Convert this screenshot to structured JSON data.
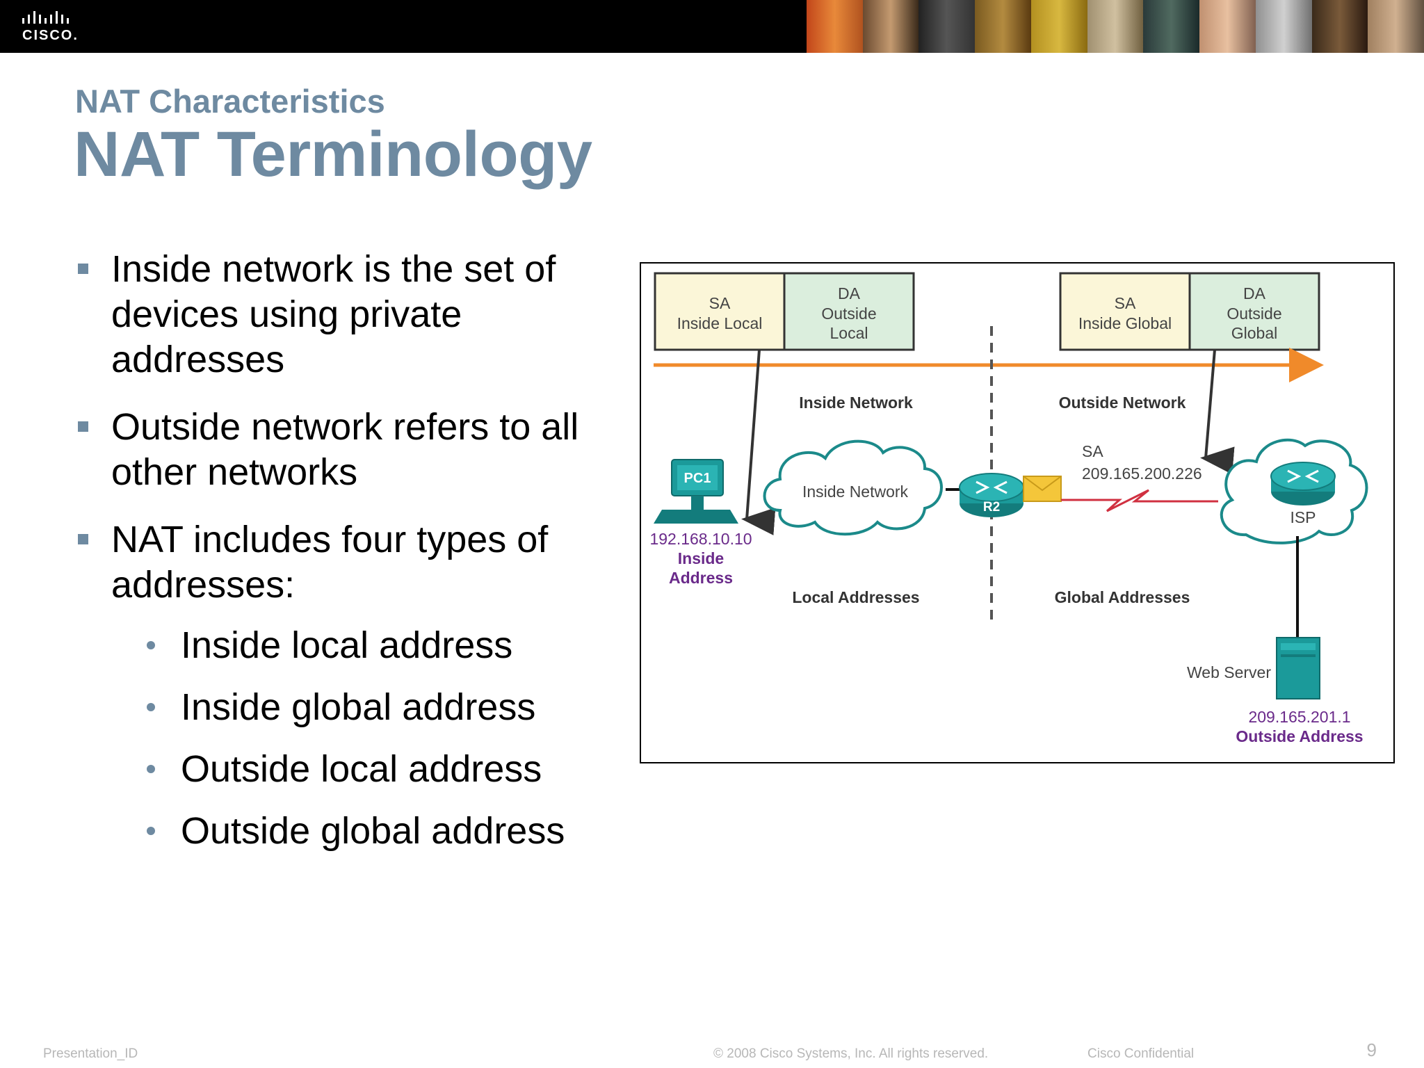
{
  "header": {
    "logo_text": "CISCO.",
    "colors": {
      "bar": "#000000",
      "title": "#6e8aa1"
    }
  },
  "slide": {
    "subtitle": "NAT Characteristics",
    "title": "NAT Terminology"
  },
  "bullets": [
    {
      "text": "Inside network is the set of devices using private addresses"
    },
    {
      "text": "Outside network refers to all other networks"
    },
    {
      "text": "NAT includes four types of addresses:"
    }
  ],
  "sub_bullets": [
    {
      "text": "Inside local address"
    },
    {
      "text": "Inside global address"
    },
    {
      "text": "Outside local address"
    },
    {
      "text": "Outside global address"
    }
  ],
  "diagram": {
    "left_header": {
      "sa": [
        "SA",
        "Inside Local"
      ],
      "da": [
        "DA",
        "Outside",
        "Local"
      ]
    },
    "right_header": {
      "sa": [
        "SA",
        "Inside Global"
      ],
      "da": [
        "DA",
        "Outside",
        "Global"
      ]
    },
    "inside_network_label": "Inside Network",
    "outside_network_label": "Outside Network",
    "cloud_label": "Inside Network",
    "pc_label": "PC1",
    "pc_ip": "192.168.10.10",
    "pc_addr_type": [
      "Inside",
      "Address"
    ],
    "router_label": "R2",
    "sa_label": "SA",
    "sa_ip": "209.165.200.226",
    "isp_label": "ISP",
    "local_addresses_label": "Local Addresses",
    "global_addresses_label": "Global Addresses",
    "web_server_label": "Web Server",
    "web_server_ip": "209.165.201.1",
    "web_server_addr_type": "Outside Address",
    "colors": {
      "sa_box": "#fbf6d8",
      "da_box": "#dbeedd",
      "arrow": "#f08a2a",
      "teal": "#1b8a8a",
      "purple": "#6a2a8a",
      "link_red": "#d03040"
    }
  },
  "footer": {
    "left": "Presentation_ID",
    "center": "© 2008 Cisco Systems, Inc. All rights reserved.",
    "right": "Cisco Confidential",
    "page": "9"
  }
}
